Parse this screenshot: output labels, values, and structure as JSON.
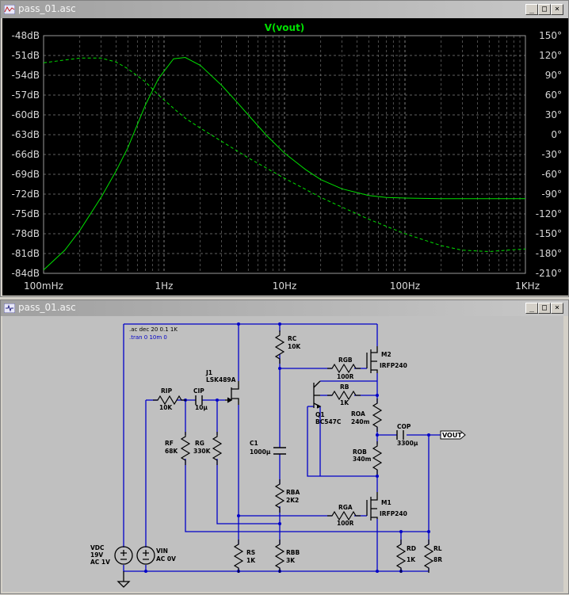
{
  "plot_window": {
    "title": "pass_01.asc",
    "trace_label": "V(vout)"
  },
  "schematic_window": {
    "title": "pass_01.asc",
    "directives": [
      ".ac dec 20 0.1 1K",
      ".tran 0 10m 0"
    ],
    "components": [
      {
        "id": "rc",
        "name": "RC",
        "value": "10K"
      },
      {
        "id": "rgb",
        "name": "RGB",
        "value": "100R"
      },
      {
        "id": "m2",
        "name": "M2",
        "value": "IRFP240"
      },
      {
        "id": "j1",
        "name": "J1",
        "value": "LSK489A"
      },
      {
        "id": "rb",
        "name": "RB",
        "value": "1K"
      },
      {
        "id": "rip",
        "name": "RIP",
        "value": "10K"
      },
      {
        "id": "cip",
        "name": "CIP",
        "value": "10µ"
      },
      {
        "id": "q1",
        "name": "Q1",
        "value": "BC547C"
      },
      {
        "id": "roa",
        "name": "ROA",
        "value": "240m"
      },
      {
        "id": "cop",
        "name": "COP",
        "value": "3300µ"
      },
      {
        "id": "rf",
        "name": "RF",
        "value": "68K"
      },
      {
        "id": "rg",
        "name": "RG",
        "value": "330K"
      },
      {
        "id": "c1",
        "name": "C1",
        "value": "1000µ"
      },
      {
        "id": "rob",
        "name": "ROB",
        "value": "340m"
      },
      {
        "id": "rba",
        "name": "RBA",
        "value": "2K2"
      },
      {
        "id": "rga",
        "name": "RGA",
        "value": "100R"
      },
      {
        "id": "m1",
        "name": "M1",
        "value": "IRFP240"
      },
      {
        "id": "rs",
        "name": "RS",
        "value": "1K"
      },
      {
        "id": "rbb",
        "name": "RBB",
        "value": "3K"
      },
      {
        "id": "rd",
        "name": "RD",
        "value": "1K"
      },
      {
        "id": "rl",
        "name": "RL",
        "value": "8R"
      }
    ],
    "vdc": {
      "name": "VDC",
      "value": "19V",
      "ac": "AC 1V"
    },
    "vin": {
      "name": "VIN",
      "value": "AC 0V"
    },
    "net_label": "VOUT"
  },
  "chart_data": {
    "type": "line",
    "title": "V(vout)",
    "x_scale": "log",
    "xlim": [
      0.1,
      1000
    ],
    "x_ticks": [
      "100mHz",
      "1Hz",
      "10Hz",
      "100Hz",
      "1KHz"
    ],
    "y_left_ticks": [
      "-48dB",
      "-51dB",
      "-54dB",
      "-57dB",
      "-60dB",
      "-63dB",
      "-66dB",
      "-69dB",
      "-72dB",
      "-75dB",
      "-78dB",
      "-81dB",
      "-84dB"
    ],
    "y_right_ticks": [
      "150°",
      "120°",
      "90°",
      "60°",
      "30°",
      "0°",
      "-30°",
      "-60°",
      "-90°",
      "-120°",
      "-150°",
      "-180°",
      "-210°"
    ],
    "ylim_left": [
      -84,
      -48
    ],
    "ylim_right": [
      -210,
      150
    ],
    "grid": true,
    "trace_color": "#00e000",
    "series": [
      {
        "name": "V(vout)",
        "quantity": "magnitude",
        "x": [
          0.1,
          0.15,
          0.2,
          0.3,
          0.4,
          0.5,
          0.7,
          0.9,
          1.2,
          1.5,
          2,
          3,
          4,
          5,
          7,
          10,
          15,
          20,
          30,
          50,
          70,
          100,
          200,
          500,
          1000
        ],
        "y": [
          -83.5,
          -80.5,
          -77.5,
          -72.5,
          -68.5,
          -65,
          -58.5,
          -54.5,
          -51.5,
          -51.3,
          -52.5,
          -55.5,
          -58,
          -60,
          -63,
          -65.8,
          -68.3,
          -69.8,
          -71.2,
          -72.2,
          -72.5,
          -72.6,
          -72.7,
          -72.7,
          -72.7
        ]
      },
      {
        "name": "V(vout)",
        "quantity": "phase",
        "dashed": true,
        "x": [
          0.1,
          0.15,
          0.2,
          0.3,
          0.4,
          0.5,
          0.7,
          0.9,
          1.2,
          1.5,
          2,
          3,
          5,
          10,
          20,
          50,
          100,
          200,
          300,
          500,
          700,
          1000
        ],
        "y": [
          109,
          113,
          116,
          116,
          110,
          100,
          80,
          60,
          40,
          25,
          10,
          -10,
          -35,
          -66,
          -95,
          -128,
          -150,
          -168,
          -175,
          -177,
          -175,
          -173
        ]
      }
    ]
  }
}
